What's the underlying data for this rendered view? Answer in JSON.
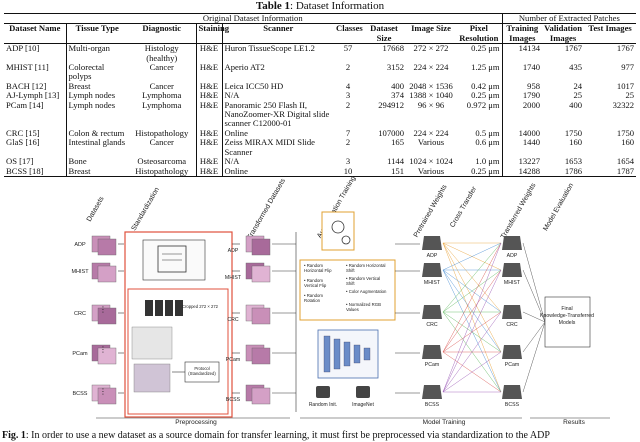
{
  "table": {
    "caption_label": "Table 1",
    "caption_text": ": Dataset Information",
    "group_original": "Original Dataset Information",
    "group_extracted": "Number of Extracted Patches",
    "headers": [
      "Dataset Name",
      "Tissue Type",
      "Diagnostic",
      "Staining",
      "Scanner",
      "Classes",
      "Dataset Size",
      "Image Size",
      "Pixel Resolution",
      "Training Images",
      "Validation Images",
      "Test Images"
    ],
    "rows": [
      [
        "ADP [10]",
        "Multi-organ",
        "Histology (healthy)",
        "H&E",
        "Huron TissueScope LE1.2",
        "57",
        "17668",
        "272 × 272",
        "0.25 μm",
        "14134",
        "1767",
        "1767"
      ],
      [
        "MHIST [11]",
        "Colorectal polyps",
        "Cancer",
        "H&E",
        "Aperio AT2",
        "2",
        "3152",
        "224 × 224",
        "1.25 μm",
        "1740",
        "435",
        "977"
      ],
      [
        "BACH [12]",
        "Breast",
        "Cancer",
        "H&E",
        "Leica ICC50 HD",
        "4",
        "400",
        "2048 × 1536",
        "0.42 μm",
        "958",
        "24",
        "1017"
      ],
      [
        "AJ-Lymph [13]",
        "Lymph nodes",
        "Lymphoma",
        "H&E",
        "N/A",
        "3",
        "374",
        "1388 × 1040",
        "0.25 μm",
        "1790",
        "25",
        "25"
      ],
      [
        "PCam [14]",
        "Lymph nodes",
        "Lymphoma",
        "H&E",
        "Panoramic 250 Flash II, NanoZoomer-XR Digital slide scanner C12000-01",
        "2",
        "294912",
        "96 × 96",
        "0.972 μm",
        "2000",
        "400",
        "32322"
      ],
      [
        "CRC [15]",
        "Colon & rectum",
        "Histopathology",
        "H&E",
        "Online",
        "7",
        "107000",
        "224 × 224",
        "0.5 μm",
        "14000",
        "1750",
        "1750"
      ],
      [
        "GlaS [16]",
        "Intestinal glands",
        "Cancer",
        "H&E",
        "Zeiss MIRAX MIDI Slide Scanner",
        "2",
        "165",
        "Various",
        "0.6 μm",
        "1440",
        "160",
        "160"
      ],
      [
        "OS [17]",
        "Bone",
        "Osteosarcoma",
        "H&E",
        "N/A",
        "3",
        "1144",
        "1024 × 1024",
        "1.0 μm",
        "13227",
        "1653",
        "1654"
      ],
      [
        "BCSS [18]",
        "Breast",
        "Histopathology",
        "H&E",
        "Online",
        "10",
        "151",
        "Various",
        "0.25 μm",
        "14288",
        "1786",
        "1787"
      ]
    ]
  },
  "figure": {
    "datasets_title": "Datasets",
    "standardization_title": "Standardization",
    "transformed_title": "Transformed Datasets",
    "augmentation_title": "Augmentation Training",
    "pretrained_title": "Pretrained Weights",
    "cross_transfer_title": "Cross Transfer",
    "transferred_title": "Transferred Weights",
    "evaluation_title": "Model Evaluation",
    "dataset_labels": [
      "ADP",
      "MHIST",
      "CRC",
      "PCam",
      "BCSS"
    ],
    "weight_labels": [
      "ADP",
      "MHIST",
      "CRC",
      "PCam",
      "BCSS"
    ],
    "augmentations_left": [
      "Random Horizontal Flip",
      "Random Vertical Flip",
      "Random Rotation"
    ],
    "augmentations_right": [
      "Random Horizontal Shift",
      "Random Vertical Shift",
      "Color Augmentation",
      "Normalized RGB Values"
    ],
    "crop_text": "Cropped 272 × 272",
    "protocol_text": "Protocol (Standardized)",
    "final_models": "Final Knowledge-Transferred Models",
    "random_init": "Random Init.",
    "imagenet": "ImageNet",
    "phase_preprocessing": "Preprocessing",
    "phase_model_training": "Model Training",
    "phase_results": "Results",
    "colors": {
      "red_box": "#e0513c",
      "cross_lines": [
        "#e8a33a",
        "#4a8fd4",
        "#5cb85c",
        "#d9534f",
        "#9b59b6"
      ]
    }
  },
  "caption": {
    "label": "Fig. 1",
    "text": ": In order to use a new dataset as a source domain for transfer learning, it must first be preprocessed via standardization to the ADP"
  }
}
